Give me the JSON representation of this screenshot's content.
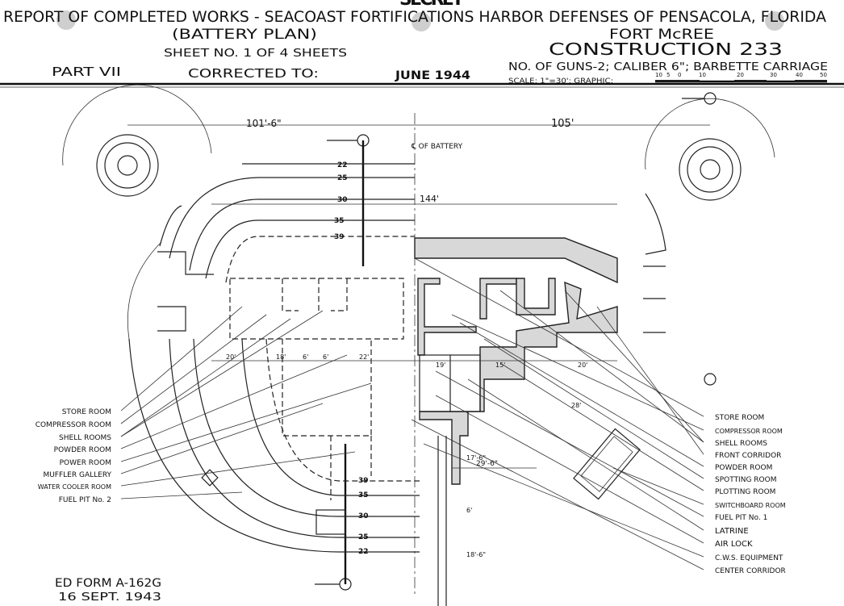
{
  "header": {
    "classification": "SECRET",
    "title": "REPORT OF COMPLETED WORKS - SEACOAST FORTIFICATIONS  HARBOR DEFENSES OF PENSACOLA, FLORIDA",
    "plan_type": "(BATTERY PLAN)",
    "fort": "FORT McREE",
    "sheet": "SHEET NO. 1 OF 4 SHEETS",
    "construction": "CONSTRUCTION  233",
    "part": "PART VII",
    "corrected_label": "CORRECTED TO:",
    "corrected_date": "JUNE 1944",
    "guns": "NO. OF GUNS-2; CALIBER 6\"; BARBETTE CARRIAGE",
    "scale": "SCALE: 1\"=30';  GRAPHIC:",
    "scale_ticks": [
      "10",
      "5",
      "0",
      "10",
      "20",
      "30",
      "40",
      "50"
    ]
  },
  "dimensions": {
    "left_span": "101'-6\"",
    "right_span": "105'",
    "centerline": "℄ OF BATTERY",
    "overall": "144'",
    "contours_top": [
      "22",
      "25",
      "30",
      "35",
      "39"
    ],
    "contours_bottom": [
      "39",
      "35",
      "30",
      "25",
      "22"
    ],
    "bottom_dim": "29'-6\"",
    "misc": [
      "20'",
      "18'",
      "6'",
      "6'",
      "22'",
      "19'",
      "15'",
      "20'",
      "28'",
      "17'-6\"",
      "18'-6\"",
      "6'"
    ]
  },
  "legend_left": [
    "STORE ROOM",
    "COMPRESSOR ROOM",
    "SHELL ROOMS",
    "POWDER ROOM",
    "POWER ROOM",
    "MUFFLER GALLERY",
    "WATER COOLER ROOM",
    "FUEL PIT No. 2"
  ],
  "legend_right": [
    "STORE ROOM",
    "COMPRESSOR ROOM",
    "SHELL ROOMS",
    "FRONT CORRIDOR",
    "POWDER ROOM",
    "SPOTTING ROOM",
    "PLOTTING ROOM",
    "SWITCHBOARD ROOM",
    "FUEL PIT No. 1",
    "LATRINE",
    "AIR LOCK",
    "C.W.S. EQUIPMENT",
    "CENTER CORRIDOR"
  ],
  "footer": {
    "form": "ED FORM A-162G",
    "date": "16 SEPT.  1943"
  }
}
